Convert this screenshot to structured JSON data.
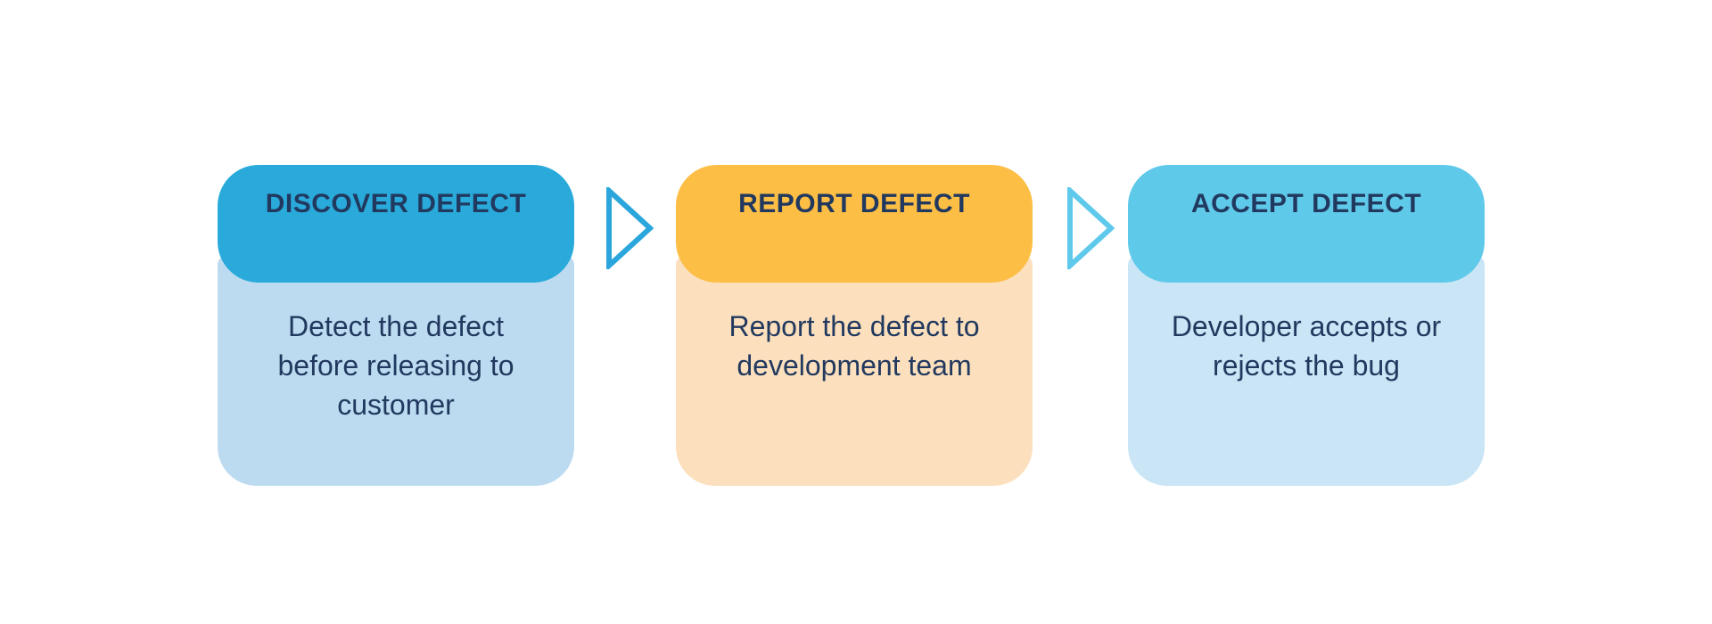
{
  "diagram": {
    "background_color": "#FFFFFF",
    "text_color": "#22395F",
    "steps": [
      {
        "title": "DISCOVER DEFECT",
        "description": "Detect the defect before releasing to customer",
        "header_color": "#29AADB",
        "body_color": "#BCDBF0"
      },
      {
        "title": "REPORT DEFECT",
        "description": "Report the defect to development team",
        "header_color": "#FCBE45",
        "body_color": "#FCE0BD"
      },
      {
        "title": "ACCEPT DEFECT",
        "description": "Developer accepts or rejects the bug",
        "header_color": "#5FC9E9",
        "body_color": "#C9E5F6"
      }
    ],
    "arrows": [
      {
        "color": "#2BA6DC"
      },
      {
        "color": "#5FC9EC"
      }
    ]
  }
}
